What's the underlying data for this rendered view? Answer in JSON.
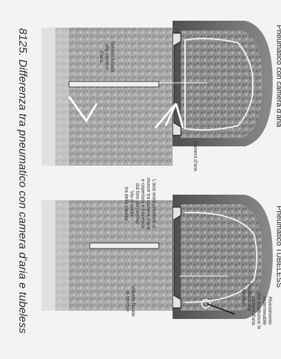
{
  "caption": "8125. Differenza tra pneumatico con camera d'aria e tubeless",
  "panels": {
    "top": {
      "heading": "Pneumatico con camera d'aria",
      "labels": {
        "valve": "Valvola fissata\nalla camera\nd'aria",
        "air": "L'aria resta presente si\nmuove tra camera d'aria\ne copertura e fuoriesce\ndal foro del cerchio\nVia di uscita\ntra della valvola",
        "inner_tube": "Camera d'aria"
      }
    },
    "bottom": {
      "heading": "Pneumatico TUBELESS",
      "labels": {
        "valve": "Valvola fissata\nal cerchio",
        "lining": "Rivestimento\nimpermeabile\nche sostituisce la\ncamera d'aria",
        "bead": "Perdita d'aria minima"
      }
    }
  },
  "colors": {
    "background": "#f3f3f1",
    "rubber": "#6f6f6f",
    "rubber_light": "#a9a9a7",
    "rim": "#d8d8d6",
    "text": "#222222"
  }
}
